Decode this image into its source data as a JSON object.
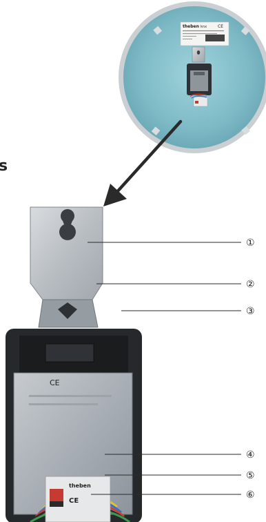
{
  "heading_fragment": "s",
  "clock_label": {
    "brand": "theben",
    "brand_suffix": "knx",
    "ce_mark": "CE"
  },
  "module_label": {
    "brand": "theben",
    "ce_mark": "CE"
  },
  "callouts": [
    "①",
    "②",
    "③",
    "④",
    "⑤",
    "⑥"
  ]
}
